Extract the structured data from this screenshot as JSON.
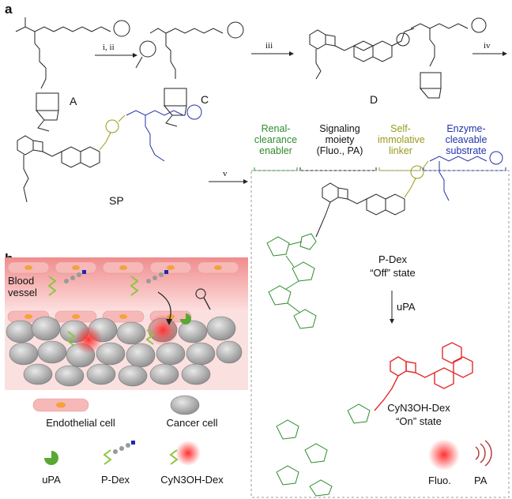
{
  "panels": {
    "a": "a",
    "b": "b"
  },
  "compounds": {
    "A": "A",
    "C": "C",
    "D": "D",
    "SP": "SP"
  },
  "steps": {
    "s1": "i, ii",
    "s2": "iii",
    "s3": "iv",
    "s4": "v"
  },
  "headers": {
    "renal": [
      "Renal-",
      "clearance",
      "enabler"
    ],
    "signal": [
      "Signaling",
      "moiety",
      "(Fluo., PA)"
    ],
    "linker": [
      "Self-",
      "immolative",
      "linker"
    ],
    "enzyme": [
      "Enzyme-",
      "cleavable",
      "substrate"
    ]
  },
  "states": {
    "pdex_name": "P-Dex",
    "pdex_state": "“Off” state",
    "upa": "uPA",
    "cy_name": "CyN3OH-Dex",
    "cy_state": "“On” state",
    "fluo": "Fluo.",
    "pa": "PA"
  },
  "panel_b": {
    "blood_vessel": [
      "Blood",
      "vessel"
    ],
    "endothelial": "Endothelial  cell",
    "cancer": "Cancer cell",
    "upa": "uPA",
    "pdex": "P-Dex",
    "cydex": "CyN3OH-Dex"
  },
  "colors": {
    "renal": "#2e8b2e",
    "signal": "#111111",
    "linker": "#9a9a1a",
    "enzyme": "#2233aa",
    "red": "#e52a2a",
    "vessel": "#f2a8a8"
  }
}
